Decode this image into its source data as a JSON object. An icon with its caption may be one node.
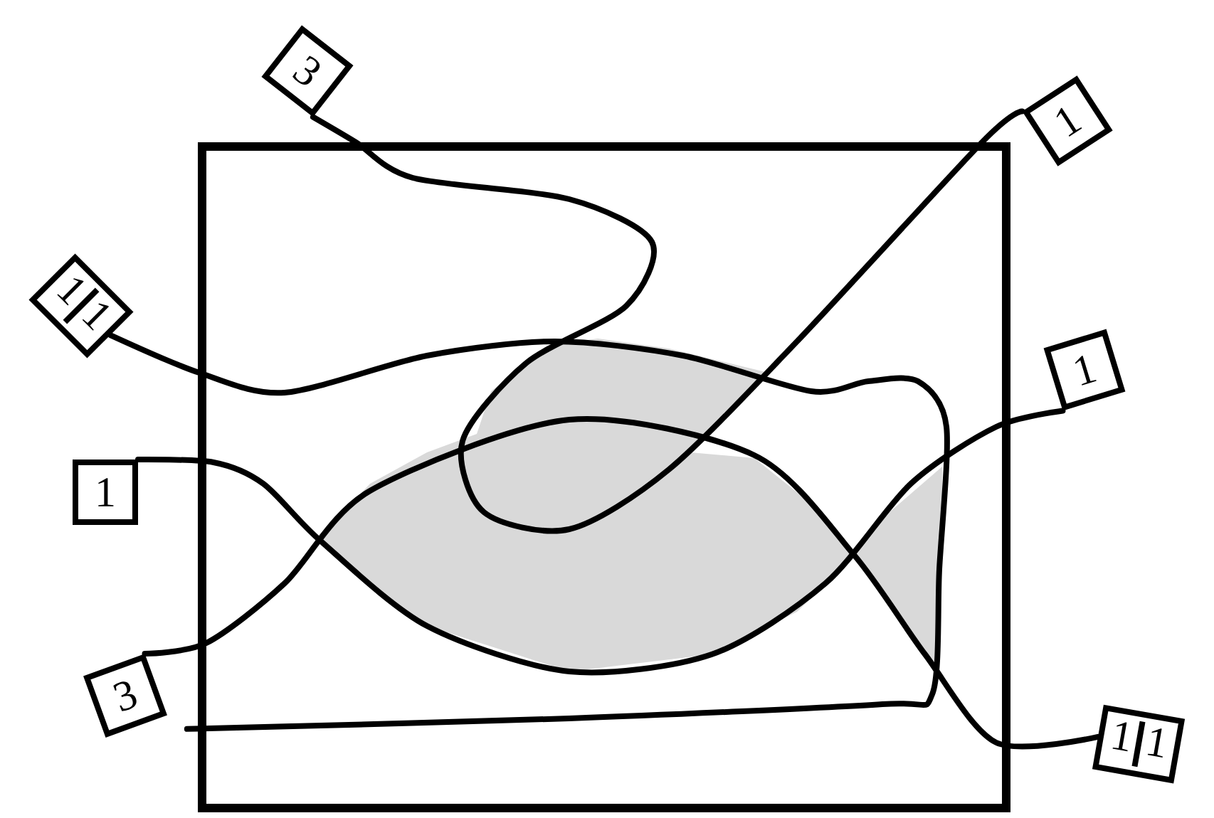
{
  "diagram": {
    "nodes": [
      {
        "text": [
          "3"
        ]
      },
      {
        "text": [
          "1"
        ]
      },
      {
        "text": [
          "1",
          "1"
        ]
      },
      {
        "text": [
          "1"
        ]
      },
      {
        "text": [
          "1"
        ]
      },
      {
        "text": [
          "3"
        ]
      },
      {
        "text": [
          "1",
          "1"
        ]
      }
    ],
    "edges": [
      {
        "from": 0,
        "to": 1,
        "arrow": "none"
      },
      {
        "from": 2,
        "to": null,
        "arrow": "none"
      },
      {
        "from": 4,
        "to": 3,
        "arrow": "none"
      },
      {
        "from": 5,
        "to": 6,
        "arrow": "none"
      }
    ]
  }
}
